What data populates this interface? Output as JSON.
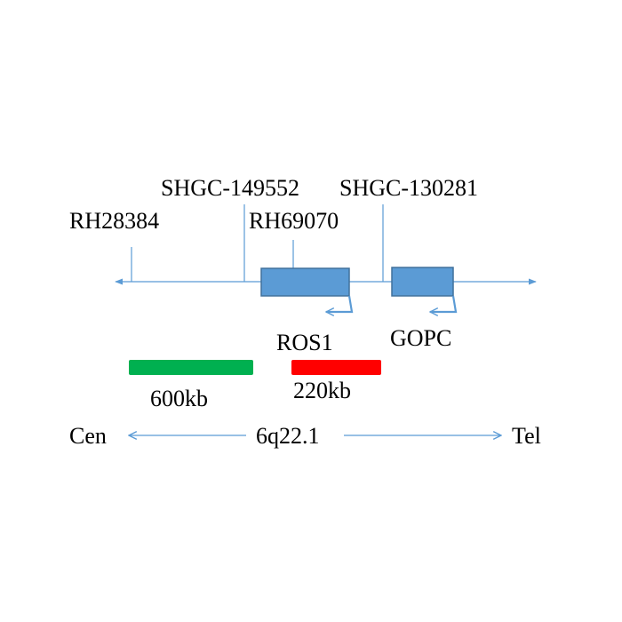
{
  "diagram": {
    "markers": {
      "rh28384": "RH28384",
      "shgc149552": "SHGC-149552",
      "rh69070": "RH69070",
      "shgc130281": "SHGC-130281"
    },
    "genes": {
      "ros1": "ROS1",
      "gopc": "GOPC"
    },
    "scale_bars": {
      "bar1": {
        "label": "600kb",
        "length_kb": 600,
        "color": "#00b050"
      },
      "bar2": {
        "label": "220kb",
        "length_kb": 220,
        "color": "#ff0000"
      }
    },
    "orientation": {
      "left": "Cen",
      "center": "6q22.1",
      "right": "Tel"
    },
    "colors": {
      "line": "#5b9bd5",
      "gene_fill": "#5b9bd5",
      "gene_stroke": "#41719c"
    }
  }
}
